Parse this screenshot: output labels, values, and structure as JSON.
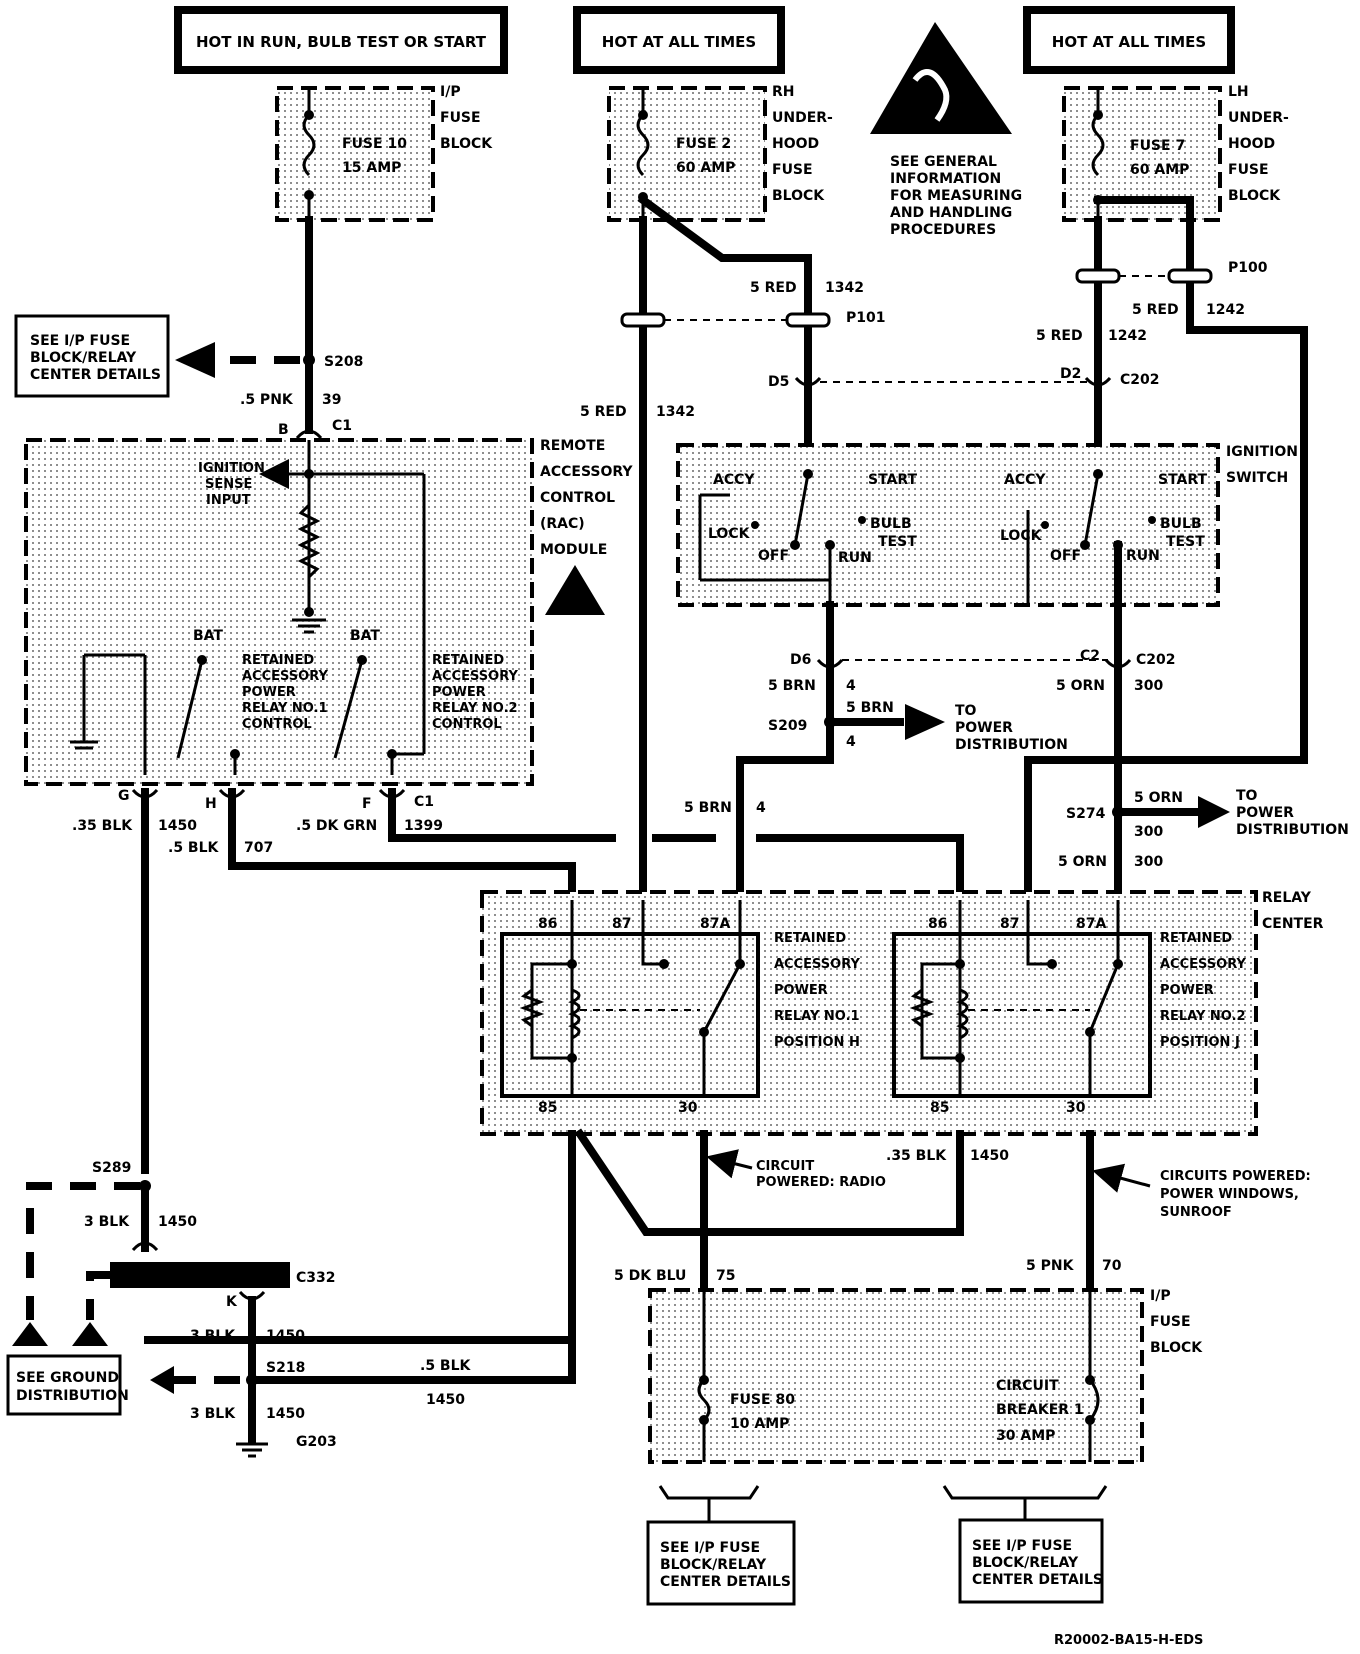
{
  "headers": {
    "hot_run": "HOT IN RUN, BULB TEST OR START",
    "hot_all_1": "HOT AT ALL TIMES",
    "hot_all_2": "HOT AT ALL TIMES"
  },
  "fuse_blocks": {
    "ip_top": {
      "fuse": "FUSE 10",
      "amp": "15 AMP",
      "label": [
        "I/P",
        "FUSE",
        "BLOCK"
      ]
    },
    "rh": {
      "fuse": "FUSE 2",
      "amp": "60 AMP",
      "label": [
        "RH",
        "UNDER-",
        "HOOD",
        "FUSE",
        "BLOCK"
      ]
    },
    "lh": {
      "fuse": "FUSE 7",
      "amp": "60 AMP",
      "label": [
        "LH",
        "UNDER-",
        "HOOD",
        "FUSE",
        "BLOCK"
      ]
    },
    "ip_bottom": {
      "fuse": "FUSE 80",
      "amp": "10 AMP",
      "breaker": [
        "CIRCUIT",
        "BREAKER 1"
      ],
      "breaker_amp": "30 AMP",
      "label": [
        "I/P",
        "FUSE",
        "BLOCK"
      ]
    }
  },
  "esd_note": [
    "SEE GENERAL",
    "INFORMATION",
    "FOR MEASURING",
    "AND HANDLING",
    "PROCEDURES"
  ],
  "see_notes": {
    "ip_detail_left": [
      "SEE I/P FUSE",
      "BLOCK/RELAY",
      "CENTER DETAILS"
    ],
    "ground": [
      "SEE GROUND",
      "DISTRIBUTION"
    ],
    "bottom_left": [
      "SEE I/P FUSE",
      "BLOCK/RELAY",
      "CENTER DETAILS"
    ],
    "bottom_right": [
      "SEE I/P FUSE",
      "BLOCK/RELAY",
      "CENTER DETAILS"
    ]
  },
  "rac_module": {
    "label": [
      "REMOTE",
      "ACCESSORY",
      "CONTROL",
      "(RAC)",
      "MODULE"
    ],
    "ignition_sense": [
      "IGNITION",
      "SENSE",
      "INPUT"
    ],
    "bat": "BAT",
    "relay1_control": [
      "RETAINED",
      "ACCESSORY",
      "POWER",
      "RELAY NO.1",
      "CONTROL"
    ],
    "relay2_control": [
      "RETAINED",
      "ACCESSORY",
      "POWER",
      "RELAY NO.2",
      "CONTROL"
    ]
  },
  "ignition_switch": {
    "label": [
      "IGNITION",
      "SWITCH"
    ],
    "positions": {
      "accy": "ACCY",
      "start": "START",
      "lock": "LOCK",
      "off": "OFF",
      "run": "RUN",
      "bulb": "BULB",
      "test": "TEST"
    }
  },
  "relay_center": {
    "label": [
      "RELAY",
      "CENTER"
    ],
    "relay1": [
      "RETAINED",
      "ACCESSORY",
      "POWER",
      "RELAY NO.1",
      "POSITION H"
    ],
    "relay2": [
      "RETAINED",
      "ACCESSORY",
      "POWER",
      "RELAY NO.2",
      "POSITION J"
    ],
    "pins": {
      "p86": "86",
      "p87": "87",
      "p87a": "87A",
      "p85": "85",
      "p30": "30"
    }
  },
  "connectors": {
    "s208": "S208",
    "c1": "C1",
    "b": "B",
    "g": "G",
    "h": "H",
    "f": "F",
    "p101": "P101",
    "p100": "P100",
    "d5": "D5",
    "d2": "D2",
    "c202": "C202",
    "d6": "D6",
    "c2": "C2",
    "s209": "S209",
    "s274": "S274",
    "s289": "S289",
    "c332": "C332",
    "k": "K",
    "s218": "S218",
    "g203": "G203"
  },
  "wires": {
    "pnk39": [
      ".5 PNK",
      "39"
    ],
    "red1342_a": [
      "5 RED",
      "1342"
    ],
    "red1342_b": [
      "5 RED",
      "1342"
    ],
    "red1242_a": [
      "5 RED",
      "1242"
    ],
    "red1242_b": [
      "5 RED",
      "1242"
    ],
    "brn4_a": [
      "5 BRN",
      "4"
    ],
    "brn4_b": [
      "5 BRN",
      "4"
    ],
    "brn4_c": [
      "5 BRN",
      "4"
    ],
    "orn300_a": [
      "5 ORN",
      "300"
    ],
    "orn300_b": [
      "5 ORN",
      "300"
    ],
    "orn300_c": [
      "5 ORN",
      "300"
    ],
    "blk1450_a": [
      ".35 BLK",
      "1450"
    ],
    "blk707": [
      ".5 BLK",
      "707"
    ],
    "dkgrn1399": [
      ".5 DK GRN",
      "1399"
    ],
    "blk1450_b": [
      ".35 BLK",
      "1450"
    ],
    "blk1450_c": [
      "3 BLK",
      "1450"
    ],
    "blk1450_d": [
      "3 BLK",
      "1450"
    ],
    "blk1450_e": [
      "3 BLK",
      "1450"
    ],
    "blk1450_f": [
      ".5 BLK",
      "1450"
    ],
    "dkblu75": [
      "5 DK BLU",
      "75"
    ],
    "pnk70": [
      "5 PNK",
      "70"
    ]
  },
  "power_dist": {
    "to_power_1": [
      "TO",
      "POWER",
      "DISTRIBUTION"
    ],
    "to_power_2": [
      "TO",
      "POWER",
      "DISTRIBUTION"
    ]
  },
  "circuit_notes": {
    "radio": [
      "CIRCUIT",
      "POWERED: RADIO"
    ],
    "windows": [
      "CIRCUITS POWERED:",
      "POWER WINDOWS,",
      "SUNROOF"
    ]
  },
  "footer": "R20002-BA15-H-EDS"
}
